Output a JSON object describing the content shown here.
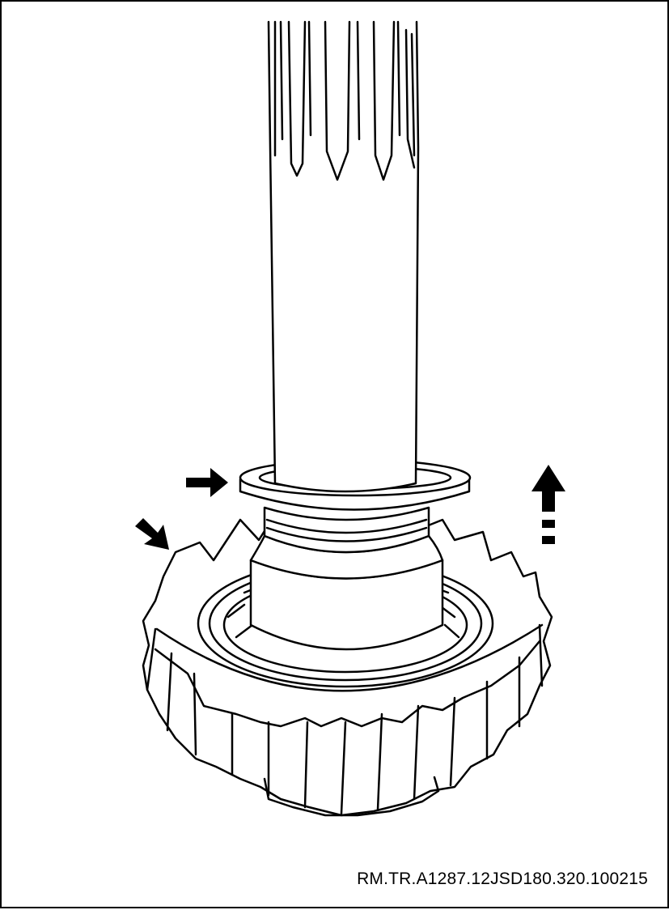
{
  "figure": {
    "reference_code": "RM.TR.A1287.12JSD180.320.100215",
    "line_color": "#000000",
    "background_color": "#ffffff",
    "parts": [
      "splined-shaft",
      "thrust-washer",
      "spur-gear",
      "needle-bearing"
    ],
    "indicators": [
      "right-arrow-icon",
      "diagonal-arrow-icon",
      "dashed-up-arrow-icon"
    ]
  }
}
